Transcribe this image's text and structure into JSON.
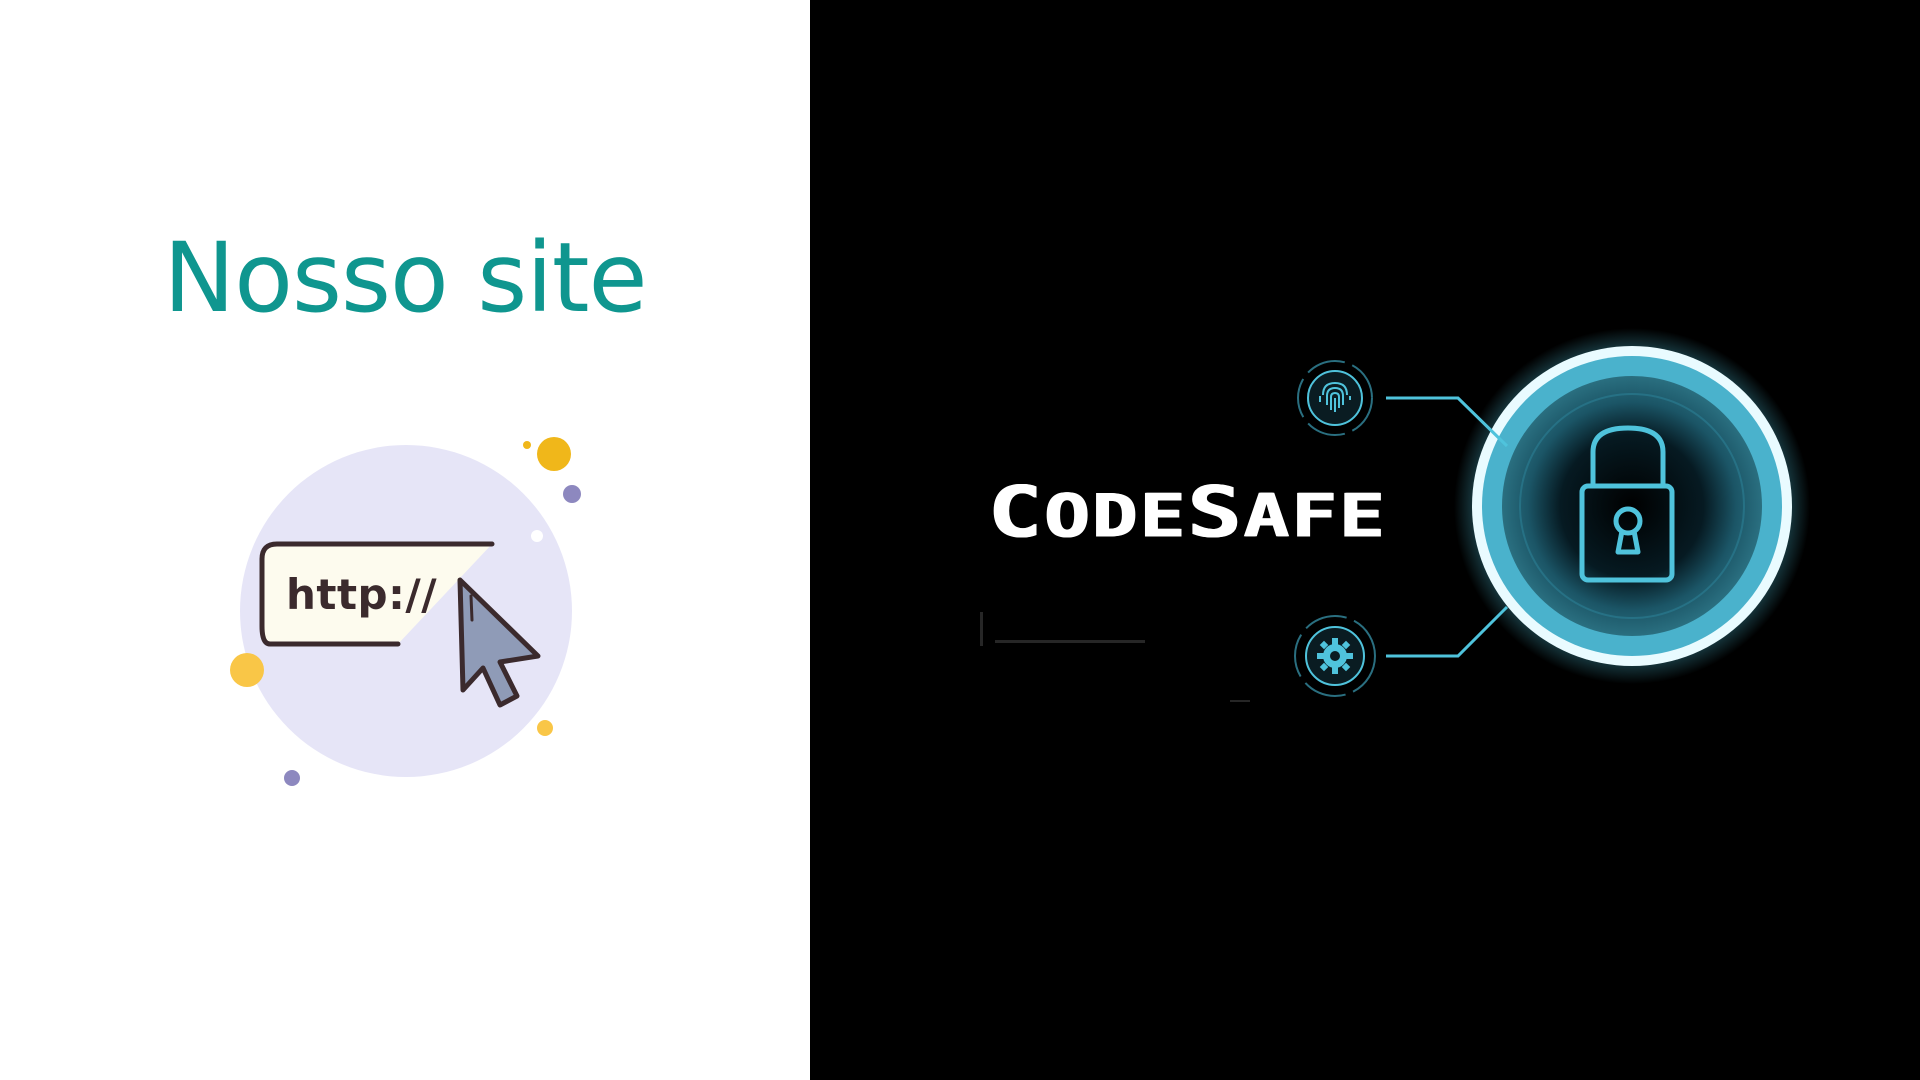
{
  "left": {
    "title": "Nosso site",
    "url_label": "http://"
  },
  "right": {
    "logo": {
      "part1_initial": "C",
      "part1_rest": "ode",
      "part2_initial": "S",
      "part2_rest": "afe"
    }
  },
  "colors": {
    "title": "#0f968f",
    "accent_cyan": "#4fc3dc",
    "illustration_circle": "#e6e5f7",
    "dot_yellow": "#f0b71a",
    "dot_purple": "#8d88bf"
  },
  "icons": [
    "url-bar-icon",
    "cursor-arrow-icon",
    "fingerprint-icon",
    "gear-icon",
    "padlock-icon"
  ]
}
